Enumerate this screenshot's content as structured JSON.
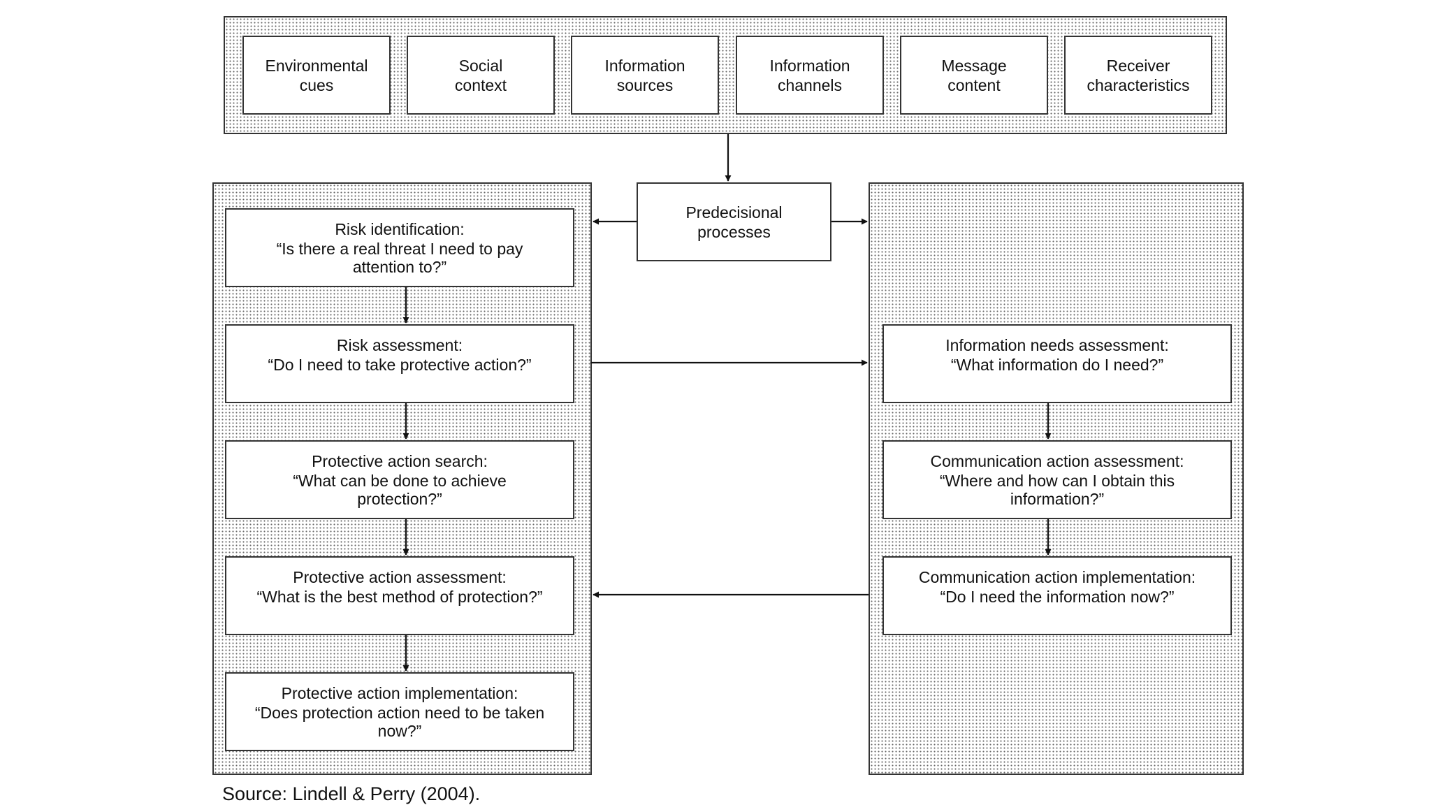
{
  "factors": [
    {
      "line1": "Environmental",
      "line2": "cues"
    },
    {
      "line1": "Social",
      "line2": "context"
    },
    {
      "line1": "Information",
      "line2": "sources"
    },
    {
      "line1": "Information",
      "line2": "channels"
    },
    {
      "line1": "Message",
      "line2": "content"
    },
    {
      "line1": "Receiver",
      "line2": "characteristics"
    }
  ],
  "predecisional": {
    "line1": "Predecisional",
    "line2": "processes"
  },
  "left_steps": [
    {
      "heading": "Risk identification:",
      "lines": [
        "“Is there a real threat I need to pay",
        "attention to?”"
      ]
    },
    {
      "heading": "Risk assessment:",
      "lines": [
        "“Do I need to take protective action?”"
      ]
    },
    {
      "heading": "Protective action search:",
      "lines": [
        "“What can be done to achieve",
        "protection?”"
      ]
    },
    {
      "heading": "Protective action assessment:",
      "lines": [
        "“What is the best method of protection?”"
      ]
    },
    {
      "heading": "Protective action implementation:",
      "lines": [
        "“Does protection action need to be taken",
        "now?”"
      ]
    }
  ],
  "right_steps": [
    {
      "heading": "Information needs assessment:",
      "lines": [
        "“What information do I need?”"
      ]
    },
    {
      "heading": "Communication action assessment:",
      "lines": [
        "“Where and how can I obtain this",
        "information?”"
      ]
    },
    {
      "heading": "Communication action implementation:",
      "lines": [
        "“Do I need the information now?”"
      ]
    }
  ],
  "source": "Source: Lindell & Perry (2004)."
}
